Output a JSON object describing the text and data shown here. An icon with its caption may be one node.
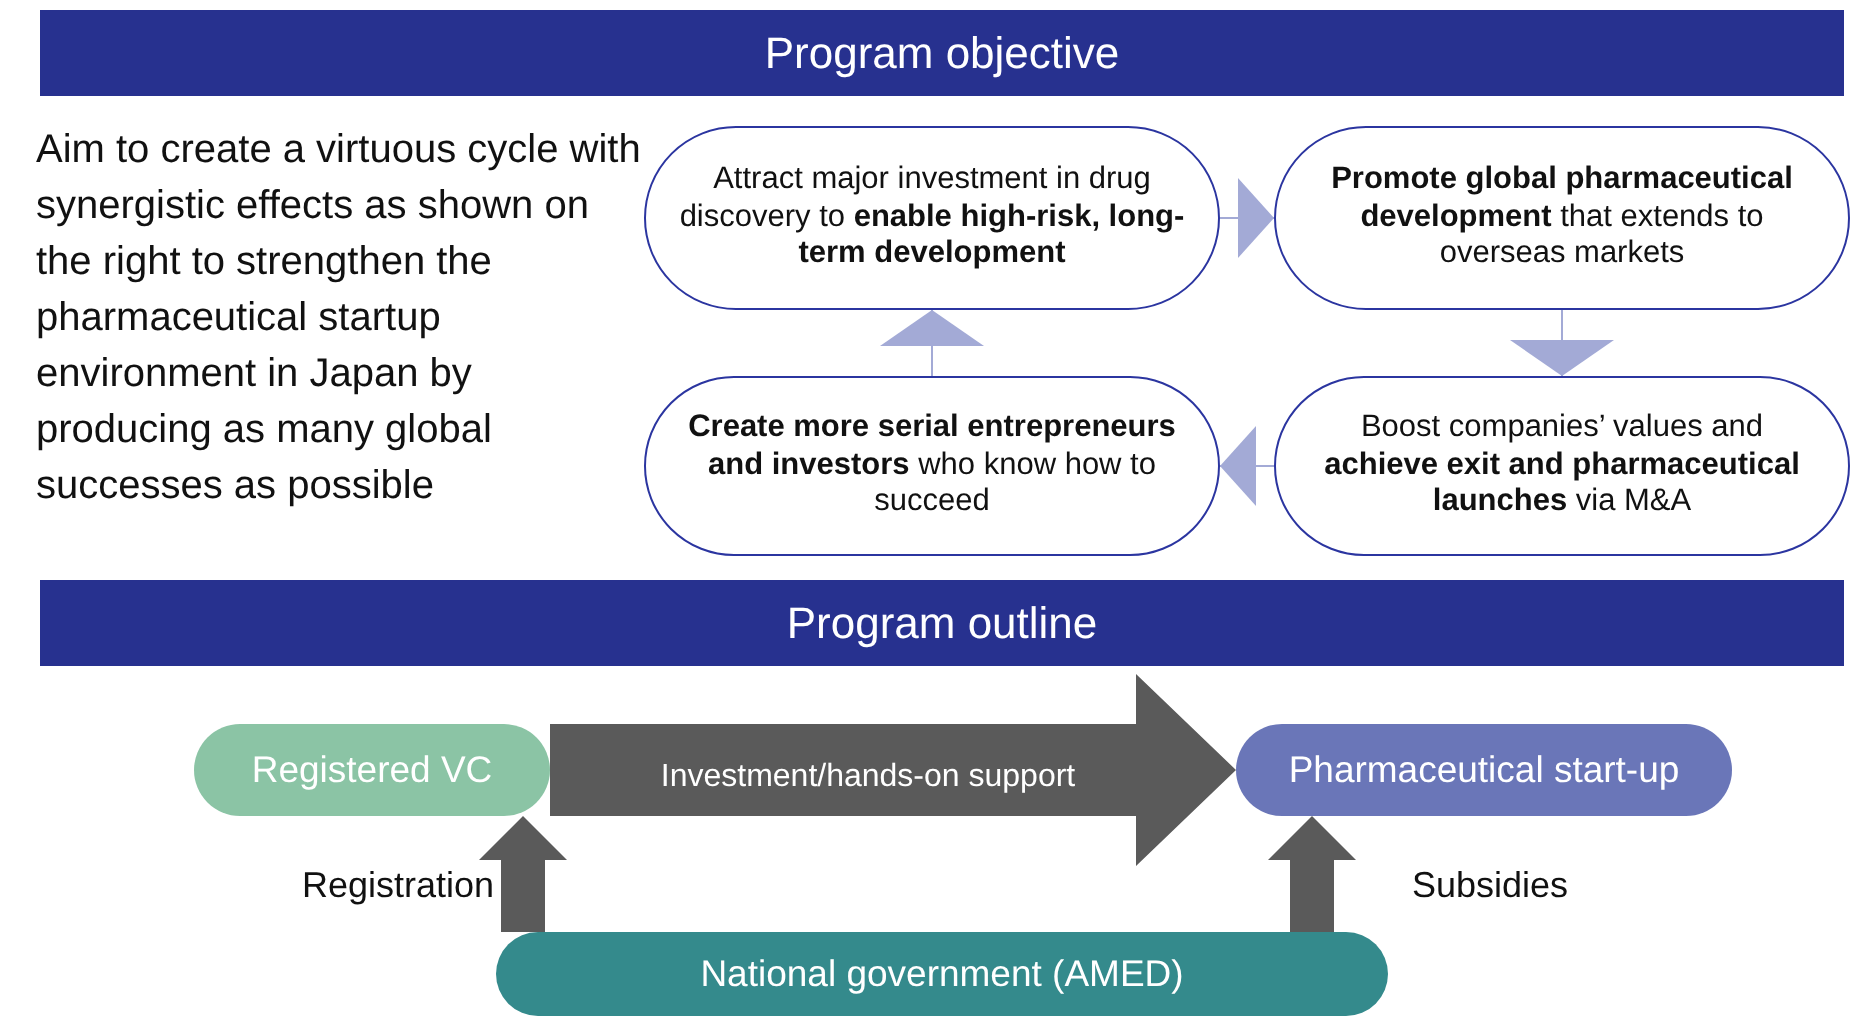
{
  "diagram": {
    "nodes": [
      {
        "text": [
          "Program objective"
        ]
      },
      {
        "text": [
          "Attract major investment in drug discovery to **enable high-risk, long-term development**"
        ]
      },
      {
        "text": [
          "**Promote global pharmaceutical development** that extends to overseas markets"
        ]
      },
      {
        "text": [
          "Boost companies’ values and **achieve exit and pharmaceutical launches** via M&A"
        ]
      },
      {
        "text": [
          "**Create more serial entrepreneurs and investors** who know how to succeed"
        ]
      },
      {
        "text": [
          "Program outline"
        ]
      },
      {
        "text": [
          "Registered VC"
        ]
      },
      {
        "text": [
          "Pharmaceutical start-up"
        ]
      },
      {
        "text": [
          "National government (AMED)"
        ]
      }
    ],
    "edges": [
      {
        "from": 1,
        "to": 2,
        "arrow": "to"
      },
      {
        "from": 2,
        "to": 3,
        "arrow": "to"
      },
      {
        "from": 3,
        "to": 4,
        "arrow": "to"
      },
      {
        "from": 4,
        "to": 1,
        "arrow": "to"
      },
      {
        "from": 6,
        "to": 7,
        "arrow": "to",
        "label": "Investment/hands-on support",
        "style": "thick",
        "color": "#5a5a5a"
      },
      {
        "from": 8,
        "to": 6,
        "arrow": "to",
        "label": "Registration",
        "style": "thick",
        "color": "#5a5a5a"
      },
      {
        "from": 8,
        "to": 7,
        "arrow": "to",
        "label": "Subsidies",
        "style": "thick",
        "color": "#5a5a5a"
      }
    ],
    "labels": [
      "Aim to create a virtuous cycle with synergistic effects as shown on the right to strengthen the pharmaceutical startup environment in Japan by producing as many global successes as possible"
    ]
  }
}
